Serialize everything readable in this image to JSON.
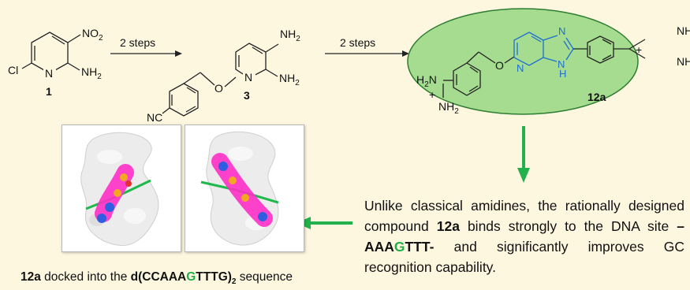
{
  "scheme": {
    "arrow1_label": "2 steps",
    "arrow2_label": "2 steps",
    "compound1_label": "1",
    "compound3_label": "3",
    "compound12a_label": "12a",
    "atoms": {
      "no2": "NO",
      "no2_sub": "2",
      "cl": "Cl",
      "n": "N",
      "nh2": "NH",
      "nh2_sub": "2",
      "nc": "NC",
      "o": "O",
      "h2n": "H",
      "h2n_sub": "2",
      "h2n_n": "N",
      "h": "H",
      "plus": "+",
      "nh_partial": "NH"
    }
  },
  "description": {
    "part1": "Unlike classical amidines, the rationally designed compound ",
    "compound": "12a",
    "part2": " binds strongly to the DNA site ",
    "site_pre": "–AAA",
    "site_g": "G",
    "site_post": "TTT-",
    "part3": " and significantly improves GC recognition capability."
  },
  "caption": {
    "compound": "12a",
    "text": " docked into the ",
    "seq_pre": "d(CCAAA",
    "seq_g": "G",
    "seq_post": "TTTG)",
    "seq_sub": "2",
    "suffix": " sequence"
  },
  "colors": {
    "background": "#fdf7e0",
    "highlight_ellipse": "#9fd98a",
    "ellipse_border": "#2e7d32",
    "arrow_green": "#22b14c",
    "heteroaromatic_blue": "#1f6fd1",
    "sequence_g": "#1fae4a"
  }
}
